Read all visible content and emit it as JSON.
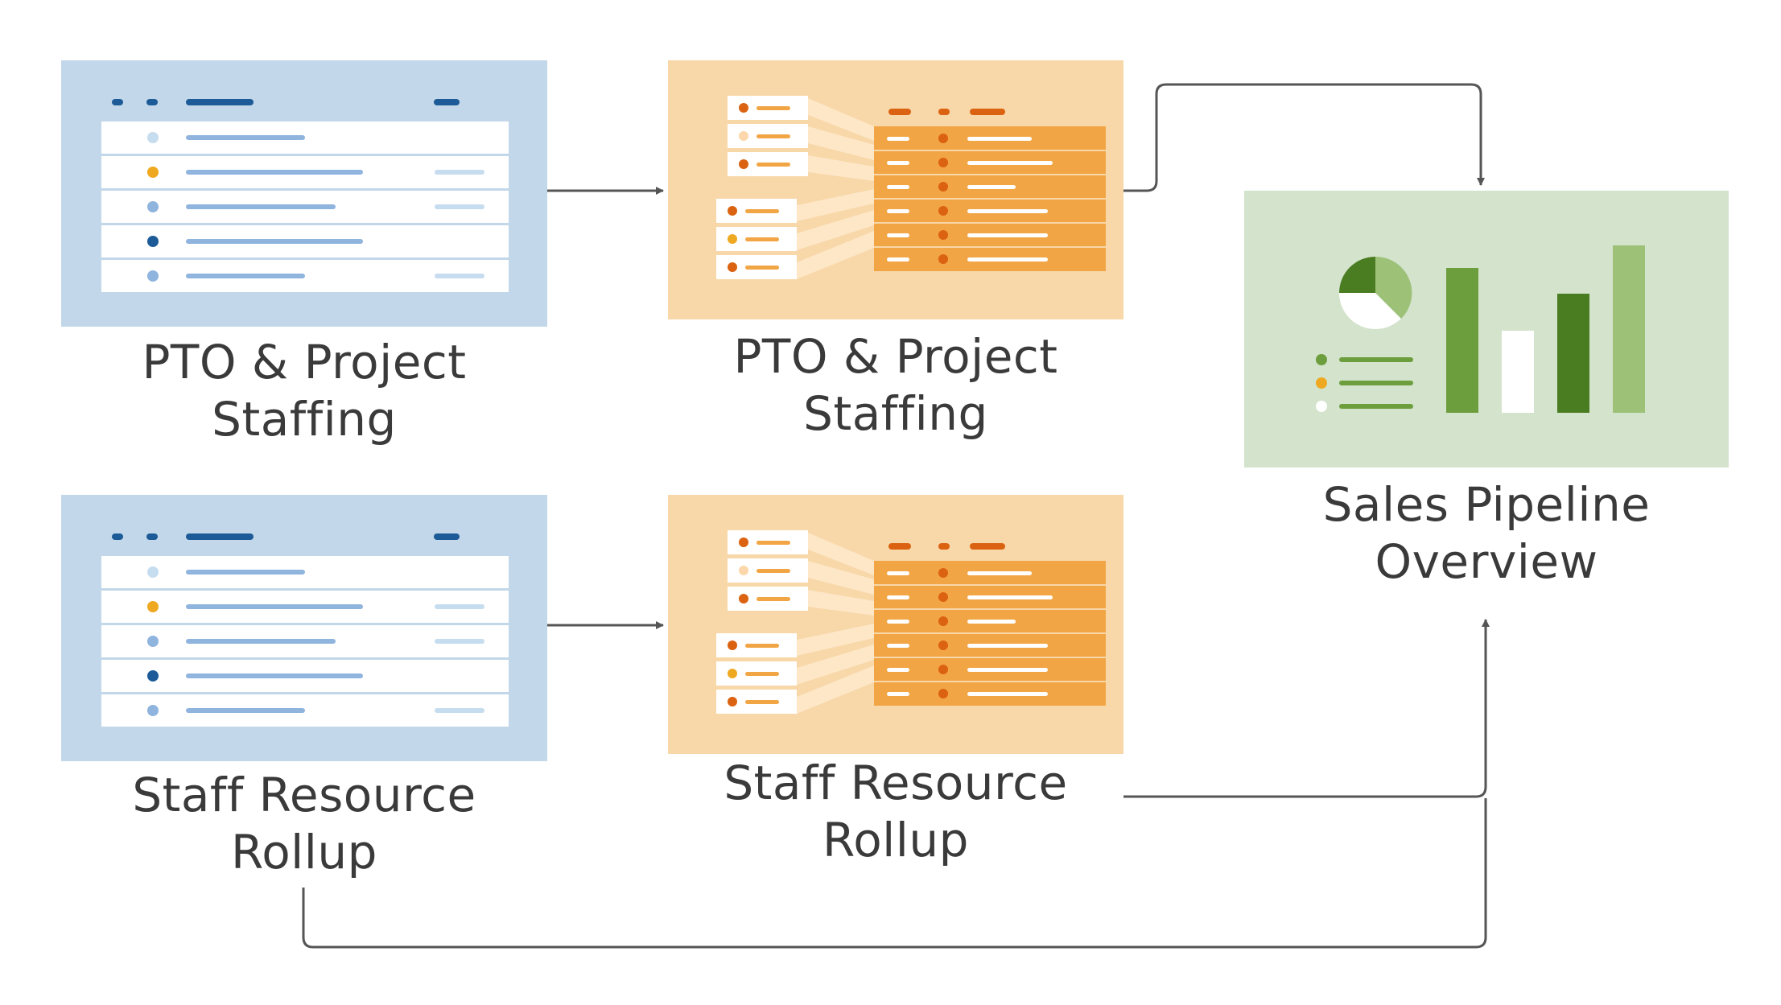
{
  "nodes": {
    "source_pto": {
      "label_line1": "PTO & Project",
      "label_line2": "Staffing",
      "icon": "sheet-icon"
    },
    "source_staff": {
      "label_line1": "Staff Resource",
      "label_line2": "Rollup",
      "icon": "sheet-icon"
    },
    "report_pto": {
      "label_line1": "PTO & Project",
      "label_line2": "Staffing",
      "icon": "report-icon"
    },
    "report_staff": {
      "label_line1": "Staff Resource",
      "label_line2": "Rollup",
      "icon": "report-icon"
    },
    "dashboard": {
      "label_line1": "Sales Pipeline",
      "label_line2": "Overview",
      "icon": "dashboard-icon"
    }
  },
  "edges": [
    {
      "from": "source_pto",
      "to": "report_pto"
    },
    {
      "from": "source_staff",
      "to": "report_staff"
    },
    {
      "from": "report_pto",
      "to": "dashboard"
    },
    {
      "from": "report_staff",
      "to": "dashboard"
    },
    {
      "from": "source_staff",
      "to": "dashboard"
    }
  ],
  "colors": {
    "sheet_bg": "#c2d7e9",
    "sheet_dark": "#1c5b97",
    "sheet_mid": "#8fb4de",
    "sheet_light": "#c6dcef",
    "report_bg": "#f8d7a8",
    "report_table": "#f2a544",
    "report_dark": "#db6210",
    "dashboard_bg": "#d4e3cc",
    "dash_dark": "#4a7c21",
    "dash_mid": "#6d9e3d",
    "dash_light": "#9cc177",
    "accent_yellow": "#eea921",
    "arrow": "#555555",
    "text": "#3a3a3a"
  }
}
